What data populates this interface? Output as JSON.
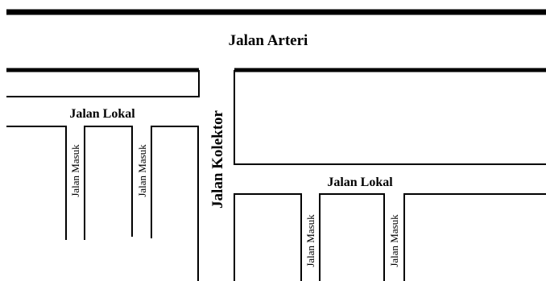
{
  "diagram": {
    "arterial_label": "Jalan Arteri",
    "collector_label": "Jalan Kolektor",
    "local_left_label": "Jalan Lokal",
    "local_right_label": "Jalan Lokal",
    "access_labels": [
      "Jalan Masuk",
      "Jalan Masuk",
      "Jalan Masuk",
      "Jalan Masuk"
    ],
    "colors": {
      "road_edge": "#000000",
      "background": "#ffffff"
    }
  }
}
